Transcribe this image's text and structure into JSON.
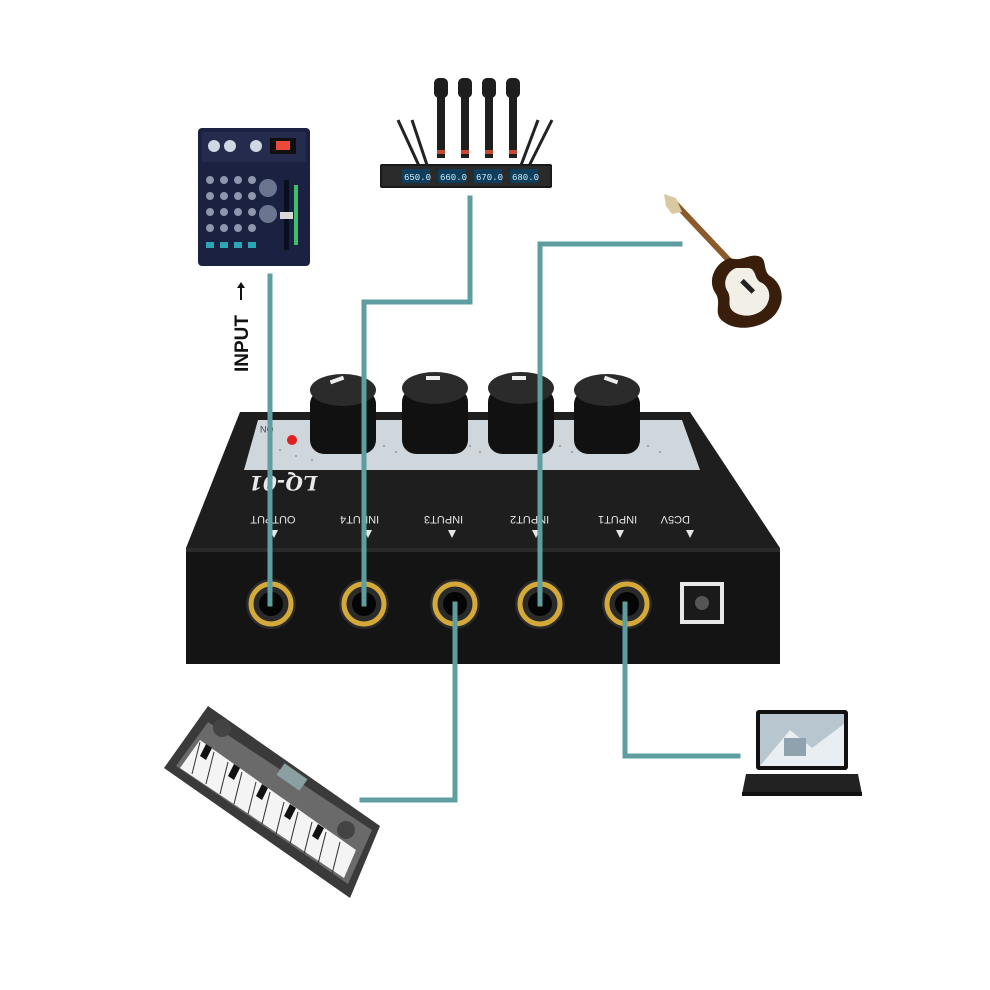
{
  "side_label": "INPUT",
  "device": {
    "model": "LQ-01",
    "top_label": "ON",
    "port_labels": [
      "OUTPUT",
      "INPUT4",
      "INPUT3",
      "INPUT2",
      "INPUT1",
      "DC5V"
    ]
  },
  "mic_receiver": {
    "displays": [
      "650.0",
      "660.0",
      "670.0",
      "680.0"
    ]
  },
  "colors": {
    "cable": "#5f9ea0",
    "device_body": "#1c1c1c",
    "jack_ring": "#d4a93a",
    "faceplate": "#cfd6dc"
  },
  "icons": [
    "mixer-icon",
    "wireless-mic-icon",
    "guitar-icon",
    "keyboard-icon",
    "laptop-icon"
  ]
}
